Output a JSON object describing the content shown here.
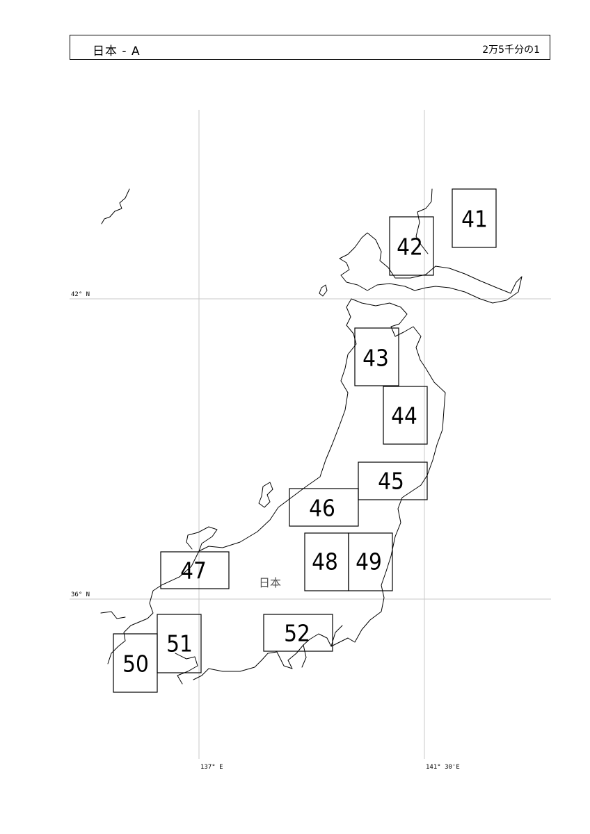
{
  "header": {
    "title": "日本 - A",
    "scale": "2万5千分の1"
  },
  "map": {
    "region_label": "日本",
    "gridlines": {
      "lat": [
        {
          "label": "42° N"
        },
        {
          "label": "36° N"
        }
      ],
      "lon": [
        {
          "label": "137° E"
        },
        {
          "label": "141° 30'E"
        }
      ]
    },
    "sheets": [
      {
        "id": "41",
        "label": "41"
      },
      {
        "id": "42",
        "label": "42"
      },
      {
        "id": "43",
        "label": "43"
      },
      {
        "id": "44",
        "label": "44"
      },
      {
        "id": "45",
        "label": "45"
      },
      {
        "id": "46",
        "label": "46"
      },
      {
        "id": "47",
        "label": "47"
      },
      {
        "id": "48",
        "label": "48"
      },
      {
        "id": "49",
        "label": "49"
      },
      {
        "id": "50",
        "label": "50"
      },
      {
        "id": "51",
        "label": "51"
      },
      {
        "id": "52",
        "label": "52"
      }
    ]
  }
}
